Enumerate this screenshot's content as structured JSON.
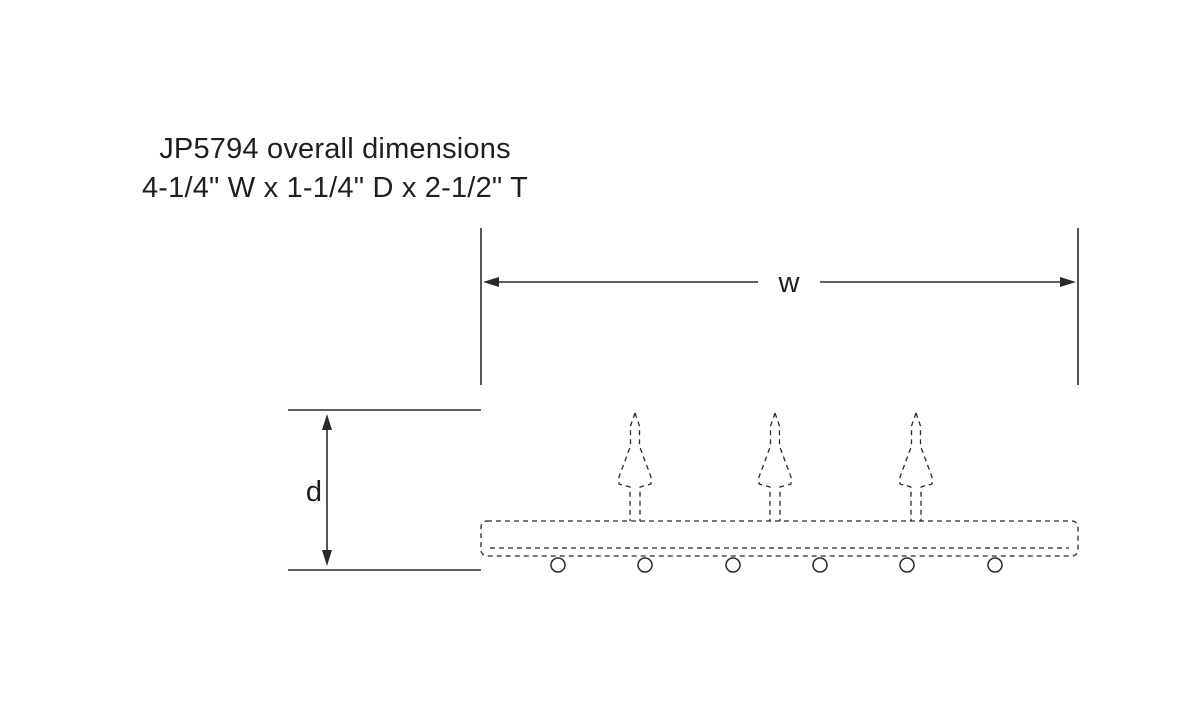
{
  "title": {
    "line1": "JP5794 overall dimensions",
    "line2": "4-1/4\" W x 1-1/4\" D x 2-1/2\" T"
  },
  "dimension_labels": {
    "width": "w",
    "depth": "d"
  },
  "part": {
    "spear_count": 3,
    "hole_count": 6
  },
  "colors": {
    "line": "#2a2a2a",
    "background": "#ffffff"
  }
}
